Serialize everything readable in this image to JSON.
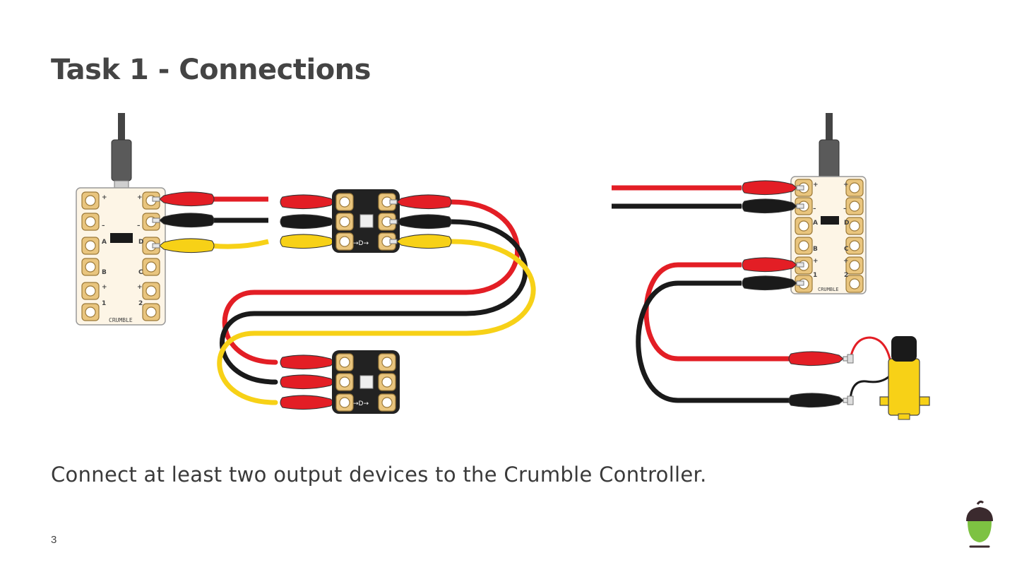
{
  "slide": {
    "title": "Task 1 - Connections",
    "caption": "Connect at least two output devices to the Crumble Controller.",
    "page_number": "3"
  },
  "board": {
    "name_label": "CRUMBLE",
    "pin_labels": [
      "+",
      "–",
      "A",
      "B",
      "+",
      "1",
      "+",
      "–",
      "D",
      "C",
      "+",
      "2"
    ]
  },
  "sparkle": {
    "data_label": "→D→"
  },
  "colors": {
    "red_wire": "#e31e25",
    "black_wire": "#1a1a1a",
    "yellow_wire": "#f7d117",
    "pad_gold": "#e9c57e",
    "board": "#fdf5e6"
  }
}
